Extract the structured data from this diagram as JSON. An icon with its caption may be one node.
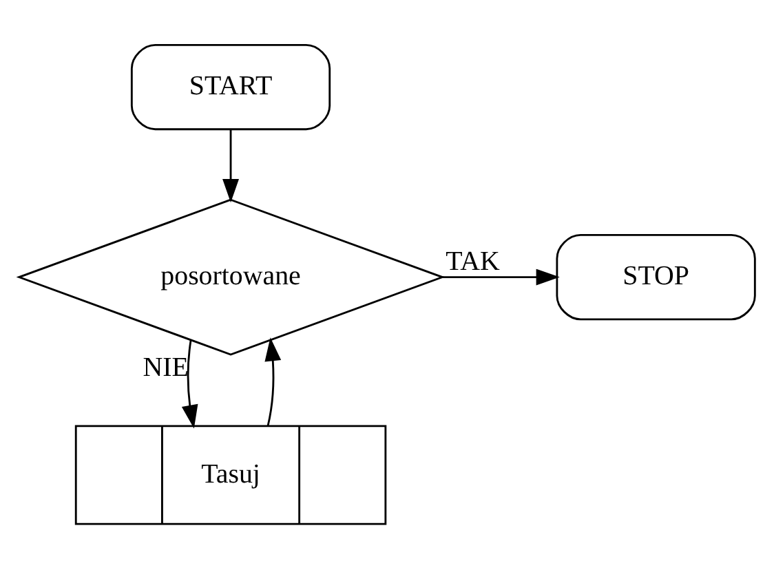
{
  "diagram": {
    "nodes": [
      {
        "text": [
          "START"
        ]
      },
      {
        "text": [
          "posortowane"
        ]
      },
      {
        "text": [
          "STOP"
        ]
      },
      {
        "text": [
          "Tasuj"
        ]
      }
    ],
    "edges": [
      {
        "from": 0,
        "to": 1,
        "arrow": "to"
      },
      {
        "from": 1,
        "to": 2,
        "arrow": "to",
        "label": "TAK"
      },
      {
        "from": 1,
        "to": 3,
        "arrow": "to",
        "label": "NIE"
      },
      {
        "from": 3,
        "to": 1,
        "arrow": "to"
      }
    ]
  }
}
